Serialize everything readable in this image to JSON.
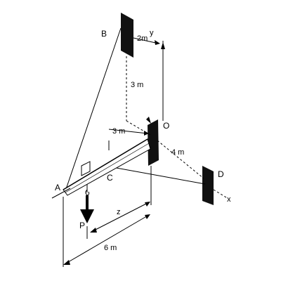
{
  "labels": {
    "point_a": "A",
    "point_b": "B",
    "point_c": "C",
    "point_d": "D",
    "point_o": "O",
    "load_p": "P",
    "axis_x": "x",
    "axis_y": "y"
  },
  "dimensions": {
    "b_offset": "2m",
    "vertical_b": "3 m",
    "horizontal_o": "3 m",
    "od_distance": "4 m",
    "load_distance": "z",
    "beam_length": "6 m"
  }
}
